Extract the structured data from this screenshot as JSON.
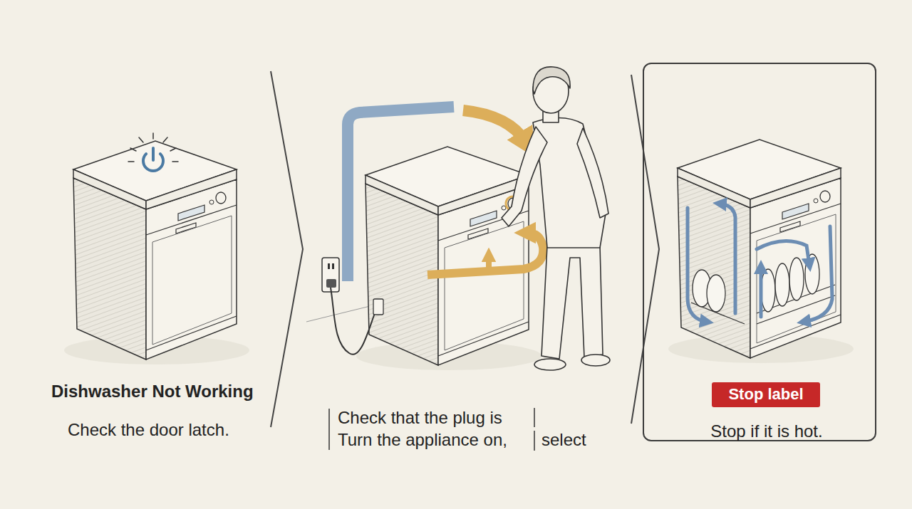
{
  "diagram": {
    "title": "Dishwasher Not Working",
    "nodes": [
      {
        "text": [
          "Stop if it is hot."
        ]
      },
      {
        "text": [
          "Stop label"
        ],
        "in": 0
      }
    ],
    "labels": [
      "Check the door latch.",
      "Check that the plug is",
      "Turn the appliance on,",
      "select"
    ]
  }
}
